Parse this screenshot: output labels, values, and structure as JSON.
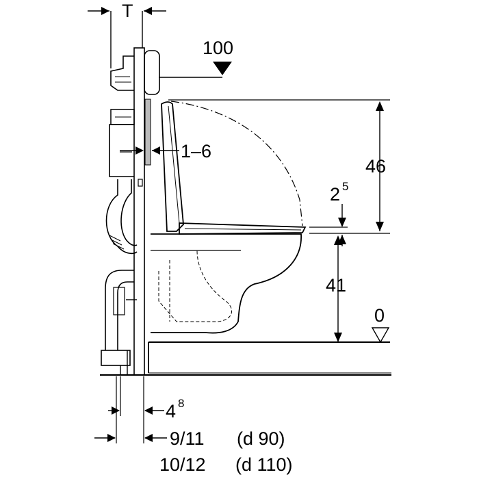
{
  "labels": {
    "T": "T",
    "pressure_plate": "100",
    "adjust": "1–6",
    "height_total": "46",
    "seat_thickness_main": "2",
    "seat_thickness_sup": "5",
    "bowl_height": "41",
    "floor_level": "0",
    "frame_offset_main": "4",
    "frame_offset_sup": "8",
    "depth_d90_value": "9/11",
    "depth_d90_note": "(d 90)",
    "depth_d110_value": "10/12",
    "depth_d110_note": "(d 110)"
  },
  "colors": {
    "line": "#000000",
    "background": "#ffffff",
    "wall_hatch": "#bbbbbb"
  }
}
